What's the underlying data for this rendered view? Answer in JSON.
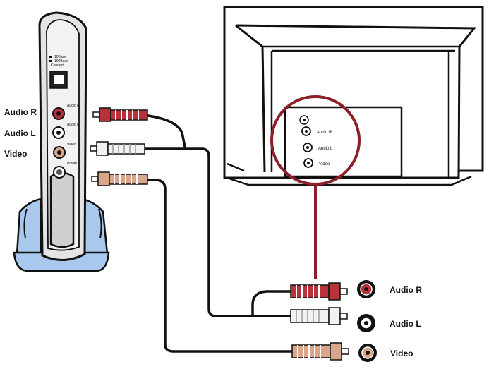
{
  "device": {
    "port_labels": [
      "Audio R",
      "Audio L",
      "Video"
    ],
    "lan_labels": [
      "10Base",
      "100Base",
      "Connect"
    ],
    "jack_labels": [
      "Audio R",
      "Audio L",
      "Video",
      "Power"
    ]
  },
  "tv": {
    "jack_labels": [
      "Audio R",
      "Audio L",
      "Video"
    ]
  },
  "outputs": {
    "labels": [
      "Audio R",
      "Audio L",
      "Video"
    ]
  },
  "colors": {
    "red_plug": "#b8323a",
    "white_plug": "#f2f2f2",
    "orange_plug": "#d8a68a",
    "highlight_circle": "#8b1f2a",
    "stand": "#a8c8ee",
    "device_body": "#e4e4e4"
  }
}
